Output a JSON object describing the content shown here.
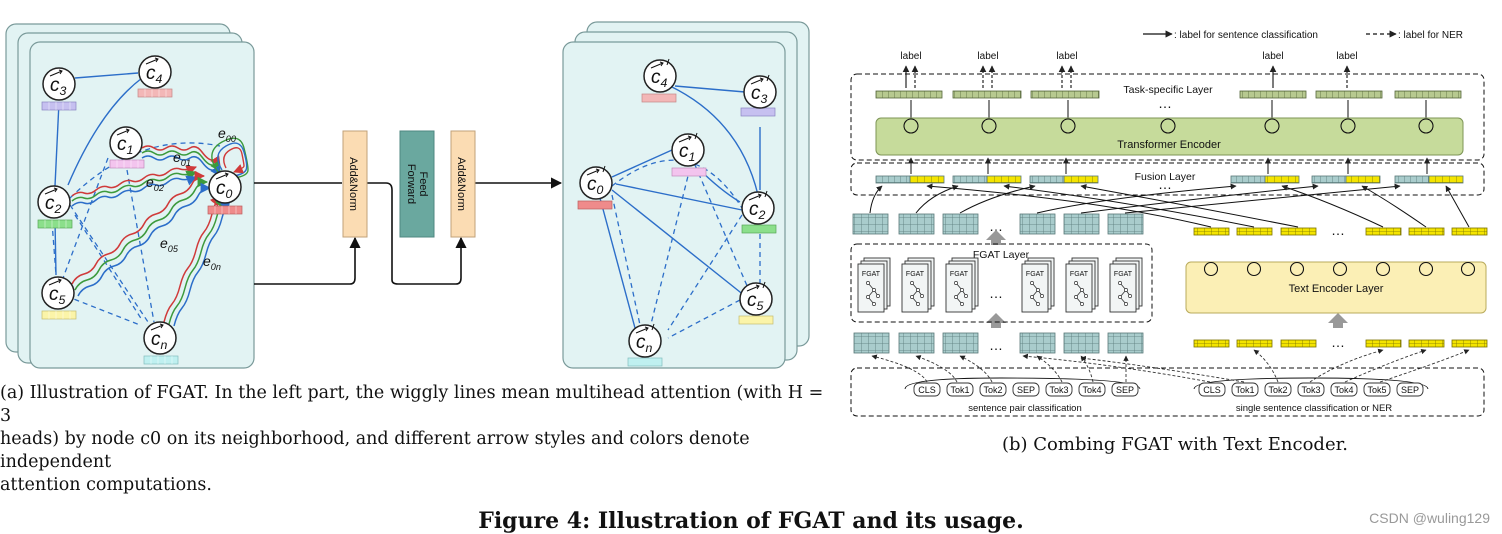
{
  "left_panel": {
    "nodes": [
      {
        "id": "c0",
        "label": "c0"
      },
      {
        "id": "c1",
        "label": "c1"
      },
      {
        "id": "c2",
        "label": "c2"
      },
      {
        "id": "c3",
        "label": "c3"
      },
      {
        "id": "c4",
        "label": "c4"
      },
      {
        "id": "c5",
        "label": "c5"
      },
      {
        "id": "cn",
        "label": "cn"
      }
    ],
    "edge_labels": [
      "e00",
      "e01",
      "e02",
      "e05",
      "e0n"
    ],
    "blocks": {
      "add_norm": "Add&Norm",
      "feed_forward_1": "Feed",
      "feed_forward_2": "Forward"
    },
    "out_nodes": [
      {
        "id": "o0",
        "label": "c0"
      },
      {
        "id": "o1",
        "label": "c1"
      },
      {
        "id": "o2",
        "label": "c2"
      },
      {
        "id": "o3",
        "label": "c3"
      },
      {
        "id": "o4",
        "label": "c4"
      },
      {
        "id": "o5",
        "label": "c5"
      },
      {
        "id": "on",
        "label": "cn"
      }
    ],
    "colors": {
      "panel_fill": "#e2f3f3",
      "panel_stroke": "#8aa8a8",
      "addnorm_fill": "#fbdcb3",
      "ff_fill": "#6aa89f",
      "edge_blue": "#2c6ec9",
      "edge_red": "#d03a3a",
      "edge_green": "#3c9a3c"
    }
  },
  "right_panel": {
    "legend": {
      "solid": ": label for sentence classification",
      "dashed": ": label for NER"
    },
    "labels": [
      "label",
      "label",
      "label",
      "label",
      "label"
    ],
    "task_layer": "Task-specific Layer",
    "transformer": "Transformer Encoder",
    "fusion": "Fusion Layer",
    "fgat_layer": "FGAT Layer",
    "fgat_card": "FGAT",
    "text_encoder": "Text Encoder Layer",
    "ellipsis": "…",
    "tokens_pair": [
      "CLS",
      "Tok1",
      "Tok2",
      "SEP",
      "Tok3",
      "Tok4",
      "SEP"
    ],
    "tokens_single": [
      "CLS",
      "Tok1",
      "Tok2",
      "Tok3",
      "Tok4",
      "Tok5",
      "SEP"
    ],
    "pair_caption": "sentence pair classification",
    "single_caption": "single sentence classification or NER",
    "colors": {
      "olive": "#b7c990",
      "transformer_fill": "#c6db9b",
      "text_enc_fill": "#fbefb5",
      "yellow": "#f2e000",
      "gridblue": "#a6c8c8"
    }
  },
  "captions": {
    "a_lines": [
      "(a)  Illustration of FGAT. In the left part, the wiggly lines mean multihead attention (with H = 3",
      "heads) by node c0 on its neighborhood, and different arrow styles and colors denote independent",
      "attention computations."
    ],
    "b": "(b)  Combing FGAT with Text Encoder.",
    "figure": "Figure 4: Illustration of FGAT and its usage.",
    "watermark": "CSDN @wuling129"
  }
}
